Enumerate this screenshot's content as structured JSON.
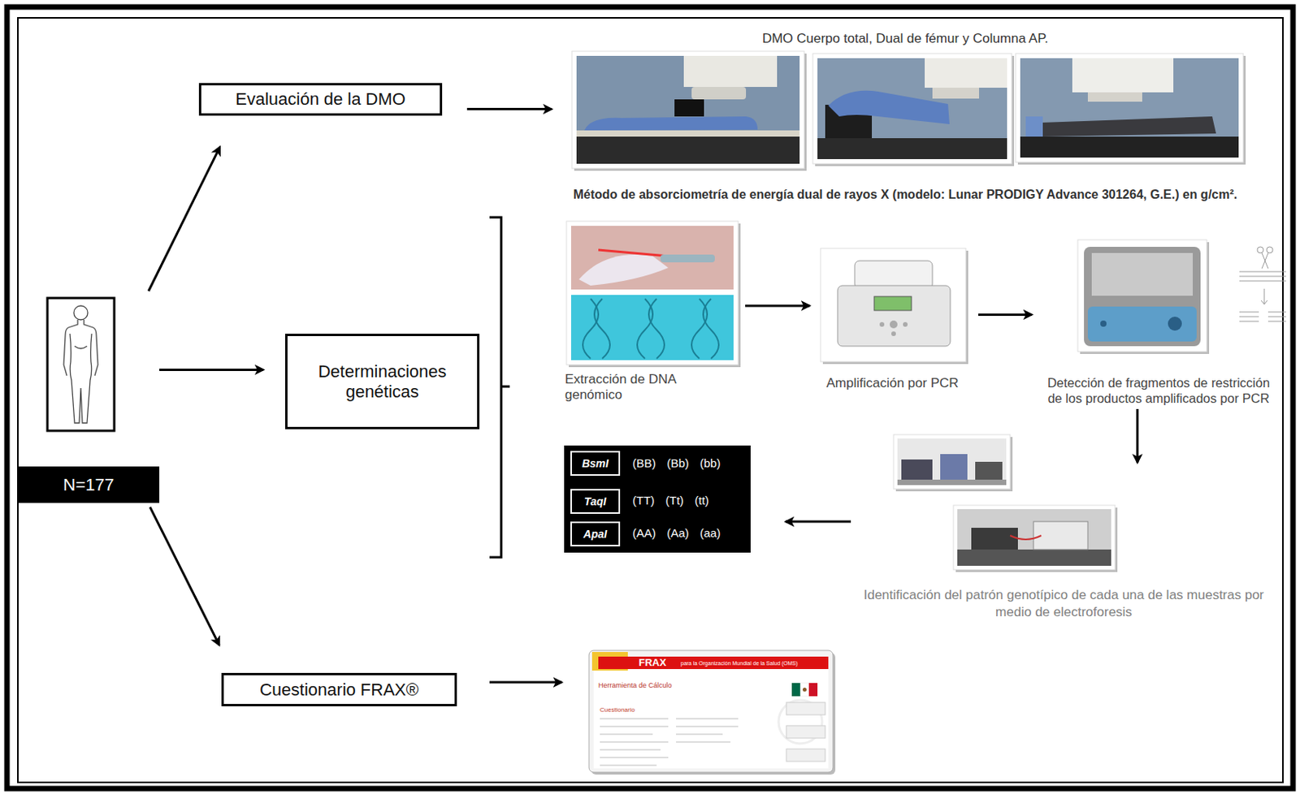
{
  "diagram": {
    "nodes": [
      {
        "text": [
          "N=177"
        ]
      },
      {
        "text": [
          "Evaluación de la DMO"
        ]
      },
      {
        "text": [
          "DMO Cuerpo total, Dual de fémur y Columna AP.",
          "Método de absorciometría de energía dual de rayos X (modelo: Lunar PRODIGY Advance 301264, G.E.) en g/cm²."
        ]
      },
      {
        "text": [
          "Determinaciones genéticas"
        ]
      },
      {
        "text": [
          "Extracción de DNA genómico"
        ]
      },
      {
        "text": [
          "Amplificación por PCR"
        ]
      },
      {
        "text": [
          "Detección de fragmentos de restricción de los productos amplificados por PCR"
        ]
      },
      {
        "text": [
          "Identificación del patrón genotípico de cada una de las muestras por medio de electroforesis"
        ]
      },
      {
        "text": [
          "(BB) (Bb) (bb)",
          "(TT) (Tt) (tt)",
          "(AA) (Aa) (aa)"
        ]
      },
      {
        "text": [
          "BsmI"
        ],
        "in": 8
      },
      {
        "text": [
          "TaqI"
        ],
        "in": 8
      },
      {
        "text": [
          "ApaI"
        ],
        "in": 8
      },
      {
        "text": [
          "Cuestionario FRAX®"
        ]
      },
      {
        "text": [
          "FRAX",
          "para la Organización Mundial de la Salud (OMS)",
          "Herramienta de Cálculo",
          "Cuestionario"
        ]
      }
    ],
    "edges": [
      {
        "from": 0,
        "to": 1,
        "arrow": "to"
      },
      {
        "from": 0,
        "to": 3,
        "arrow": "to"
      },
      {
        "from": 0,
        "to": 12,
        "arrow": "to"
      },
      {
        "from": 1,
        "to": 2,
        "arrow": "to"
      },
      {
        "from": 4,
        "to": 5,
        "arrow": "to"
      },
      {
        "from": 5,
        "to": 6,
        "arrow": "to"
      },
      {
        "from": 6,
        "to": 7,
        "arrow": "to"
      },
      {
        "from": 7,
        "to": 8,
        "arrow": "to"
      },
      {
        "from": 12,
        "to": 13,
        "arrow": "to"
      }
    ]
  }
}
